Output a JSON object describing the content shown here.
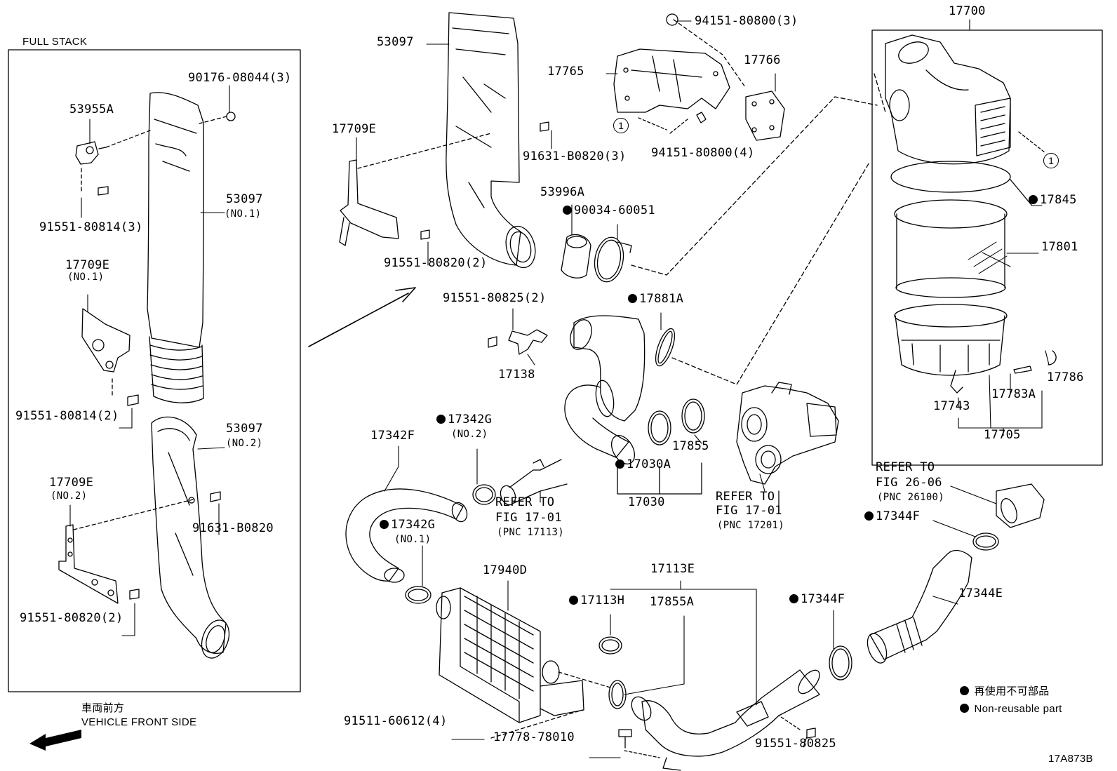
{
  "diagram": {
    "header_left": "FULL STACK",
    "diagram_code": "17A873B",
    "direction": {
      "jp": "車両前方",
      "en": "VEHICLE FRONT SIDE"
    },
    "legend": {
      "jp": "再使用不可部品",
      "en": "Non-reusable part"
    },
    "circle_ref": "1",
    "labels": {
      "p90176": "90176-08044(3)",
      "p53955A": "53955A",
      "p53097_no1": "53097",
      "no1": "(NO.1)",
      "p91551_814_3": "91551-80814(3)",
      "p17709E_no1": "17709E",
      "no1b": "(NO.1)",
      "p91551_814_2": "91551-80814(2)",
      "p53097_no2": "53097",
      "no2": "(NO.2)",
      "p91631_single": "91631-B0820",
      "p17709E_no2": "17709E",
      "no2b": "(NO.2)",
      "p91551_820_2a": "91551-80820(2)",
      "p53097_top": "53097",
      "p17709E_top": "17709E",
      "p91631_3": "91631-B0820(3)",
      "p91551_820_2b": "91551-80820(2)",
      "p53996A": "53996A",
      "p90034": "90034-60051",
      "p17765": "17765",
      "p94151_3": "94151-80800(3)",
      "p17766": "17766",
      "p94151_4": "94151-80800(4)",
      "p17700": "17700",
      "p17845": "17845",
      "p17801": "17801",
      "p17786": "17786",
      "p17743": "17743",
      "p17783A": "17783A",
      "p17705": "17705",
      "p91551_825_2": "91551-80825(2)",
      "p17138": "17138",
      "p17881A": "17881A",
      "p17855": "17855",
      "p17030A": "17030A",
      "p17030": "17030",
      "refer_17201": [
        "REFER TO",
        "FIG 17-01",
        "(PNC 17201)"
      ],
      "refer_26100": [
        "REFER TO",
        "FIG 26-06",
        "(PNC 26100)"
      ],
      "refer_17113": [
        "REFER TO",
        "FIG 17-01",
        "(PNC 17113)"
      ],
      "p17342F": "17342F",
      "p17342G_no2": "17342G",
      "no2c": "(NO.2)",
      "p17342G_no1": "17342G",
      "no1c": "(NO.1)",
      "p17940D": "17940D",
      "p17113E": "17113E",
      "p17113H": "17113H",
      "p17855A": "17855A",
      "p17344F_a": "17344F",
      "p17344F_b": "17344F",
      "p17344E": "17344E",
      "p91511": "91511-60612(4)",
      "p17778": "17778-78010",
      "p91551_825": "91551-80825"
    }
  }
}
